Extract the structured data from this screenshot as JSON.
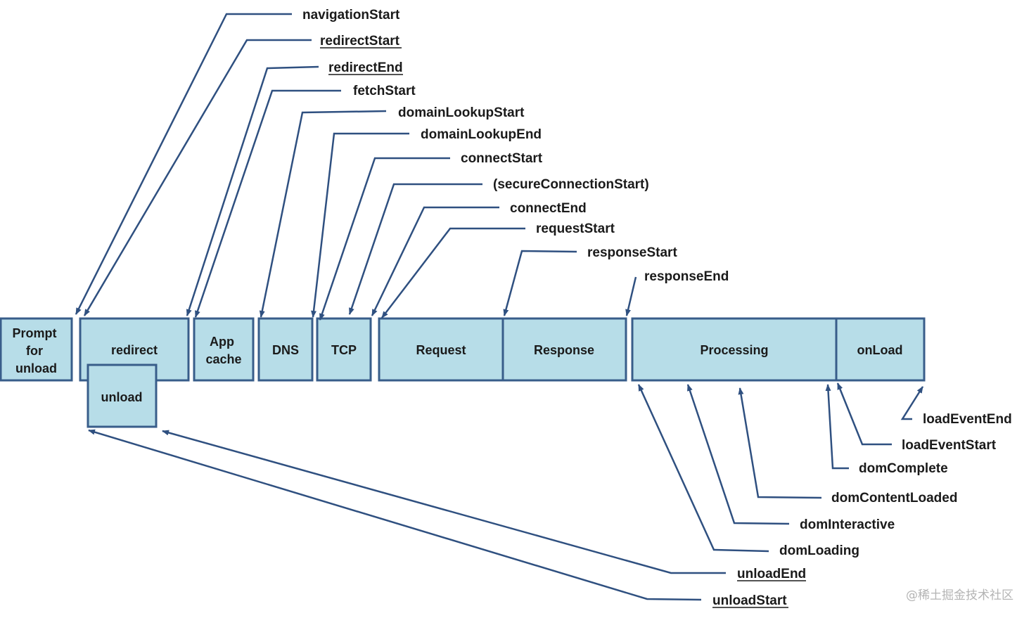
{
  "boxes": {
    "prompt_for_unload": [
      "Prompt",
      "for",
      "unload"
    ],
    "redirect": [
      "redirect"
    ],
    "app_cache": [
      "App",
      "cache"
    ],
    "dns": [
      "DNS"
    ],
    "tcp": [
      "TCP"
    ],
    "request": [
      "Request"
    ],
    "response": [
      "Response"
    ],
    "processing": [
      "Processing"
    ],
    "onload": [
      "onLoad"
    ],
    "unload": [
      "unload"
    ]
  },
  "labels": {
    "navigationStart": "navigationStart",
    "redirectStart": "redirectStart",
    "redirectEnd": "redirectEnd",
    "fetchStart": "fetchStart",
    "domainLookupStart": "domainLookupStart",
    "domainLookupEnd": "domainLookupEnd",
    "connectStart": "connectStart",
    "secureConnectionStart": "(secureConnectionStart)",
    "connectEnd": "connectEnd",
    "requestStart": "requestStart",
    "responseStart": "responseStart",
    "responseEnd": "responseEnd",
    "loadEventEnd": "loadEventEnd",
    "loadEventStart": "loadEventStart",
    "domComplete": "domComplete",
    "domContentLoaded": "domContentLoaded",
    "domInteractive": "domInteractive",
    "domLoading": "domLoading",
    "unloadEnd": "unloadEnd",
    "unloadStart": "unloadStart"
  },
  "underlined_labels": [
    "redirectStart",
    "redirectEnd",
    "unloadEnd",
    "unloadStart"
  ],
  "watermark": "@稀土掘金技术社区",
  "colors": {
    "box_fill": "#b7dde8",
    "box_border": "#385d8a",
    "leader_line": "#2f5080",
    "text": "#1a1a1a"
  }
}
